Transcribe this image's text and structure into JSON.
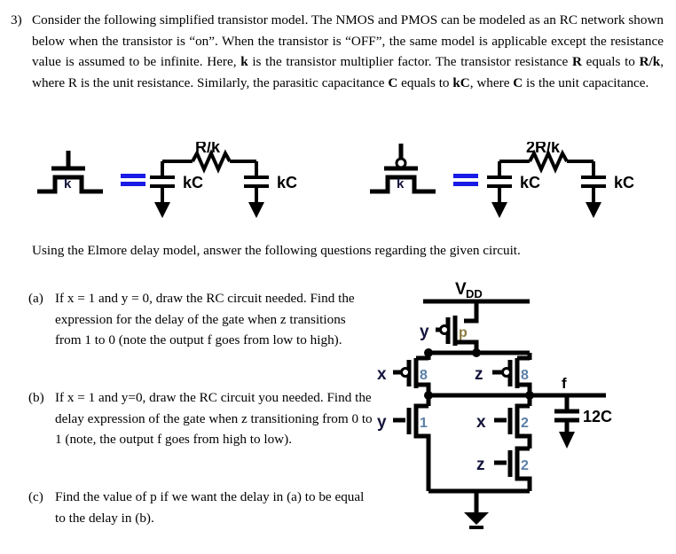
{
  "question": {
    "number": "3)",
    "intro_parts": [
      "Consider the following simplified transistor model. The NMOS and PMOS can be modeled as an RC network shown below when the transistor is “on”. When the transistor is “OFF”, the same model is applicable except the resistance value is assumed to be infinite. Here, ",
      "k",
      " is the transistor multiplier factor. The transistor resistance ",
      "R",
      " equals to ",
      "R/k",
      ", where R is the unit resistance. Similarly, the parasitic capacitance ",
      "C",
      " equals to ",
      "kC",
      ", where ",
      "C",
      " is the unit capacitance."
    ],
    "elmore_line": "Using the Elmore delay model, answer the following questions regarding the given circuit.",
    "subquestions": [
      {
        "label": "(a)",
        "text": "If x = 1 and y = 0, draw the RC circuit needed. Find the expression for the delay of the gate when z transitions from 1 to 0 (note the output f goes from low to high)."
      },
      {
        "label": "(b)",
        "text": "If x = 1 and y=0, draw the RC circuit you needed. Find the delay expression of the gate when z transitioning from 0 to 1 (note, the output f goes from high to low)."
      },
      {
        "label": "(c)",
        "text": "Find the value of p if we want the delay in (a) to be equal to the delay in (b)."
      }
    ]
  },
  "model_figures": {
    "nmos": {
      "transistor_type": "nmos",
      "transistor_label": "k",
      "equals_sign": "=",
      "resistor_label": "R/k",
      "cap_left_label": "kC",
      "cap_right_label": "kC"
    },
    "pmos": {
      "transistor_type": "pmos",
      "transistor_label": "k",
      "equals_sign": "=",
      "resistor_label": "2R/k",
      "cap_left_label": "kC",
      "cap_right_label": "kC"
    }
  },
  "circuit": {
    "supply_label": "V",
    "supply_sub": "DD",
    "output_label": "f",
    "load_cap_label": "12C",
    "transistors": [
      {
        "id": "pmos-p",
        "gate_label": "y",
        "size_label": "p",
        "type": "pmos"
      },
      {
        "id": "pmos-x8",
        "gate_label": "x",
        "size_label": "8",
        "type": "pmos"
      },
      {
        "id": "pmos-z8",
        "gate_label": "z",
        "size_label": "8",
        "type": "pmos"
      },
      {
        "id": "nmos-y1",
        "gate_label": "y",
        "size_label": "1",
        "type": "nmos"
      },
      {
        "id": "nmos-x2",
        "gate_label": "x",
        "size_label": "2",
        "type": "nmos"
      },
      {
        "id": "nmos-z2",
        "gate_label": "z",
        "size_label": "2",
        "type": "nmos"
      }
    ]
  },
  "colors": {
    "ink": "#000000",
    "equals_blue": "#1a1ae6",
    "gate_label": "#14143c",
    "size_label": "#5b7fa6",
    "size_label_p": "#8a7a3c"
  }
}
